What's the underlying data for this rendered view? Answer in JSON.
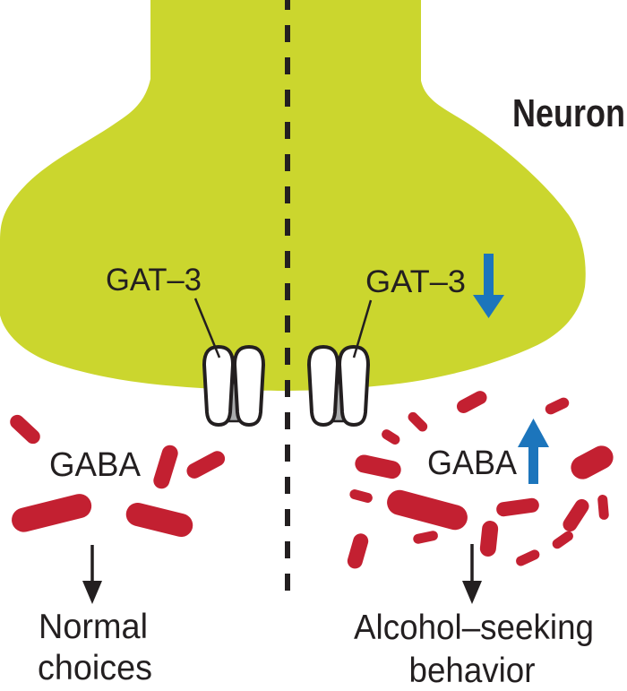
{
  "figure": {
    "neuron_label": "Neuron",
    "description_left": "normal GAT-3 with low extracellular GABA",
    "description_right": "reduced GAT-3 with elevated extracellular GABA"
  },
  "colors": {
    "neuron_fill": "#cbd62e",
    "gaba_red": "#c32031",
    "arrow_blue": "#1c75bc",
    "ink_black": "#231f20",
    "transporter_gray": "#a9abac",
    "transporter_fill": "#ffffff"
  },
  "left": {
    "gat3_label": "GAT–3",
    "gaba_label": "GABA",
    "outcome": [
      "Normal",
      "choices"
    ],
    "gaba_molecule_count": 5
  },
  "right": {
    "gat3_label": "GAT–3",
    "gat3_change_icon": "down-arrow",
    "gaba_label": "GABA",
    "gaba_change_icon": "up-arrow",
    "outcome": [
      "Alcohol–seeking",
      "behavior"
    ],
    "gaba_molecule_count": 16
  }
}
